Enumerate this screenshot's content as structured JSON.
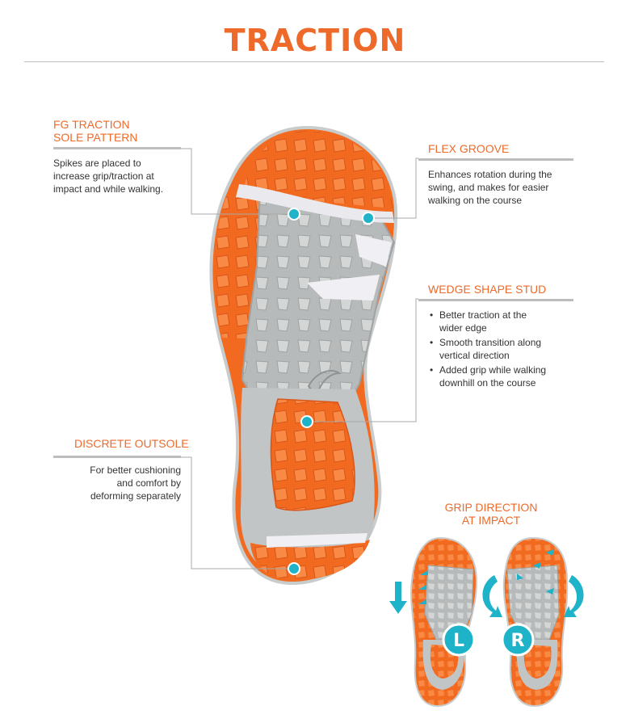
{
  "title": "TRACTION",
  "callouts": {
    "fg_traction": {
      "heading_line1": "FG TRACTION",
      "heading_line2": "SOLE PATTERN",
      "desc": [
        "Spikes are placed to",
        "increase grip/traction at",
        "impact and while walking."
      ]
    },
    "flex_groove": {
      "heading": "FLEX GROOVE",
      "desc": [
        "Enhances rotation during the",
        "swing, and makes for easier",
        "walking on the course"
      ]
    },
    "wedge_stud": {
      "heading": "WEDGE SHAPE STUD",
      "bullets": [
        [
          "Better traction at the",
          "wider edge"
        ],
        [
          "Smooth transition along",
          "vertical direction"
        ],
        [
          "Added grip while walking",
          "downhill on the course"
        ]
      ]
    },
    "discrete_outsole": {
      "heading": "DISCRETE OUTSOLE",
      "desc": [
        "For better cushioning",
        "and comfort by",
        "deforming separately"
      ]
    }
  },
  "grip": {
    "heading_line1": "GRIP DIRECTION",
    "heading_line2": "AT IMPACT",
    "left_badge": "L",
    "right_badge": "R"
  },
  "colors": {
    "accent": "#ee6a2a",
    "cyan": "#1fb3c9",
    "sole_orange": "#f26a1f",
    "sole_gray": "#b9bcbc",
    "rule_gray": "#bdbdbd"
  }
}
